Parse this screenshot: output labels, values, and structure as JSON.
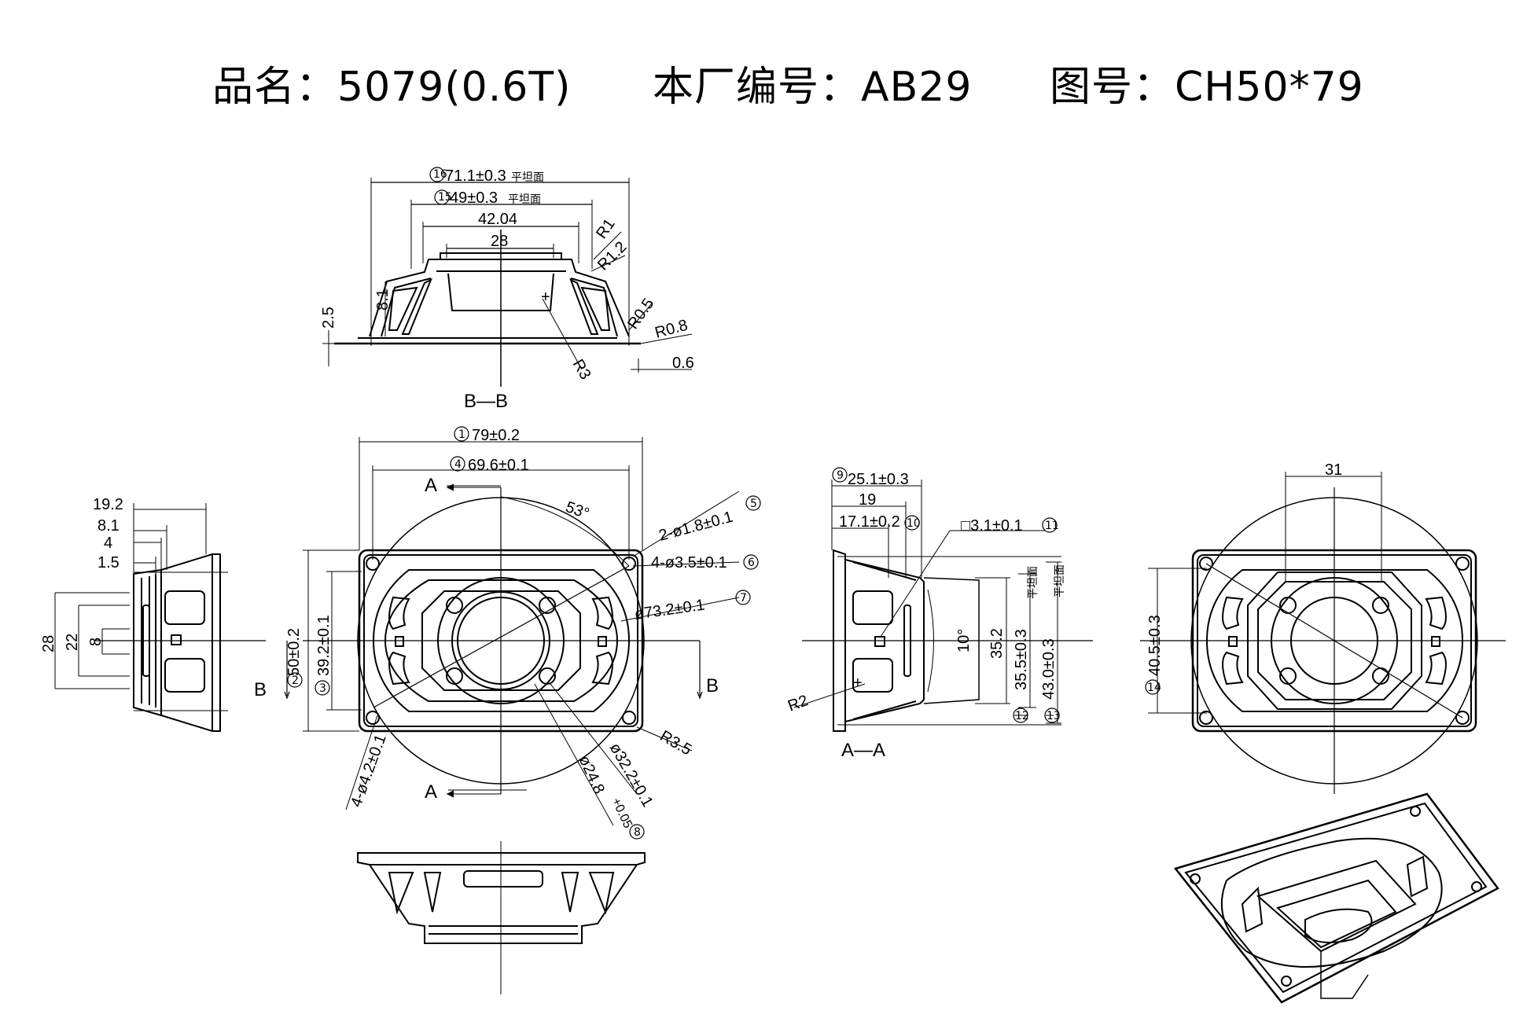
{
  "header": {
    "product_name": "品名：5079(0.6T)",
    "factory_no": "本厂编号：AB29",
    "drawing_no": "图号：CH50*79"
  },
  "section_bb": {
    "label": "B—B",
    "dim_16": "71.1±0.3",
    "dim_15": "49±0.3",
    "flat_face_note": "平坦面",
    "dim_42": "42.04",
    "dim_28": "28",
    "r1": "R1",
    "r12": "R1.2",
    "r05": "R0.5",
    "r08": "R0.8",
    "r3": "R3",
    "dim_25": "2.5",
    "dim_81": "8.1",
    "dim_06": "0.6"
  },
  "side_view": {
    "d192": "19.2",
    "d81": "8.1",
    "d4": "4",
    "d15": "1.5",
    "d28": "28",
    "d22": "22",
    "d8": "8"
  },
  "front_view": {
    "dim_1": "79±0.2",
    "dim_4": "69.6±0.1",
    "angle": "53°",
    "dim_5": "2-ø1.8±0.1",
    "dim_6": "4-ø3.5±0.1",
    "dim_7": "ø73.2±0.1",
    "dim_2": "50±0.2",
    "dim_3": "39.2±0.1",
    "holes": "4-ø4.2±0.1",
    "dim_8": "ø24.8",
    "dim_8_tol": "+0.05",
    "dim_9": "ø32.2±0.1",
    "r35": "R3.5",
    "sec_a": "A",
    "sec_b": "B"
  },
  "section_aa": {
    "label": "A—A",
    "dim_9": "25.1±0.3",
    "dim_19": "19",
    "dim_10": "17.1±0.2",
    "dim_11": "□3.1±0.1",
    "angle": "10°",
    "dim_352": "35.2",
    "dim_12": "35.5±0.3",
    "dim_13": "43.0±0.3",
    "r2": "R2",
    "flat_face_note": "平坦面"
  },
  "back_view": {
    "dim_31": "31",
    "dim_14": "40.5±0.3"
  },
  "callout_numbers": [
    "1",
    "2",
    "3",
    "4",
    "5",
    "6",
    "7",
    "8",
    "9",
    "10",
    "11",
    "12",
    "13",
    "14",
    "15",
    "16"
  ]
}
